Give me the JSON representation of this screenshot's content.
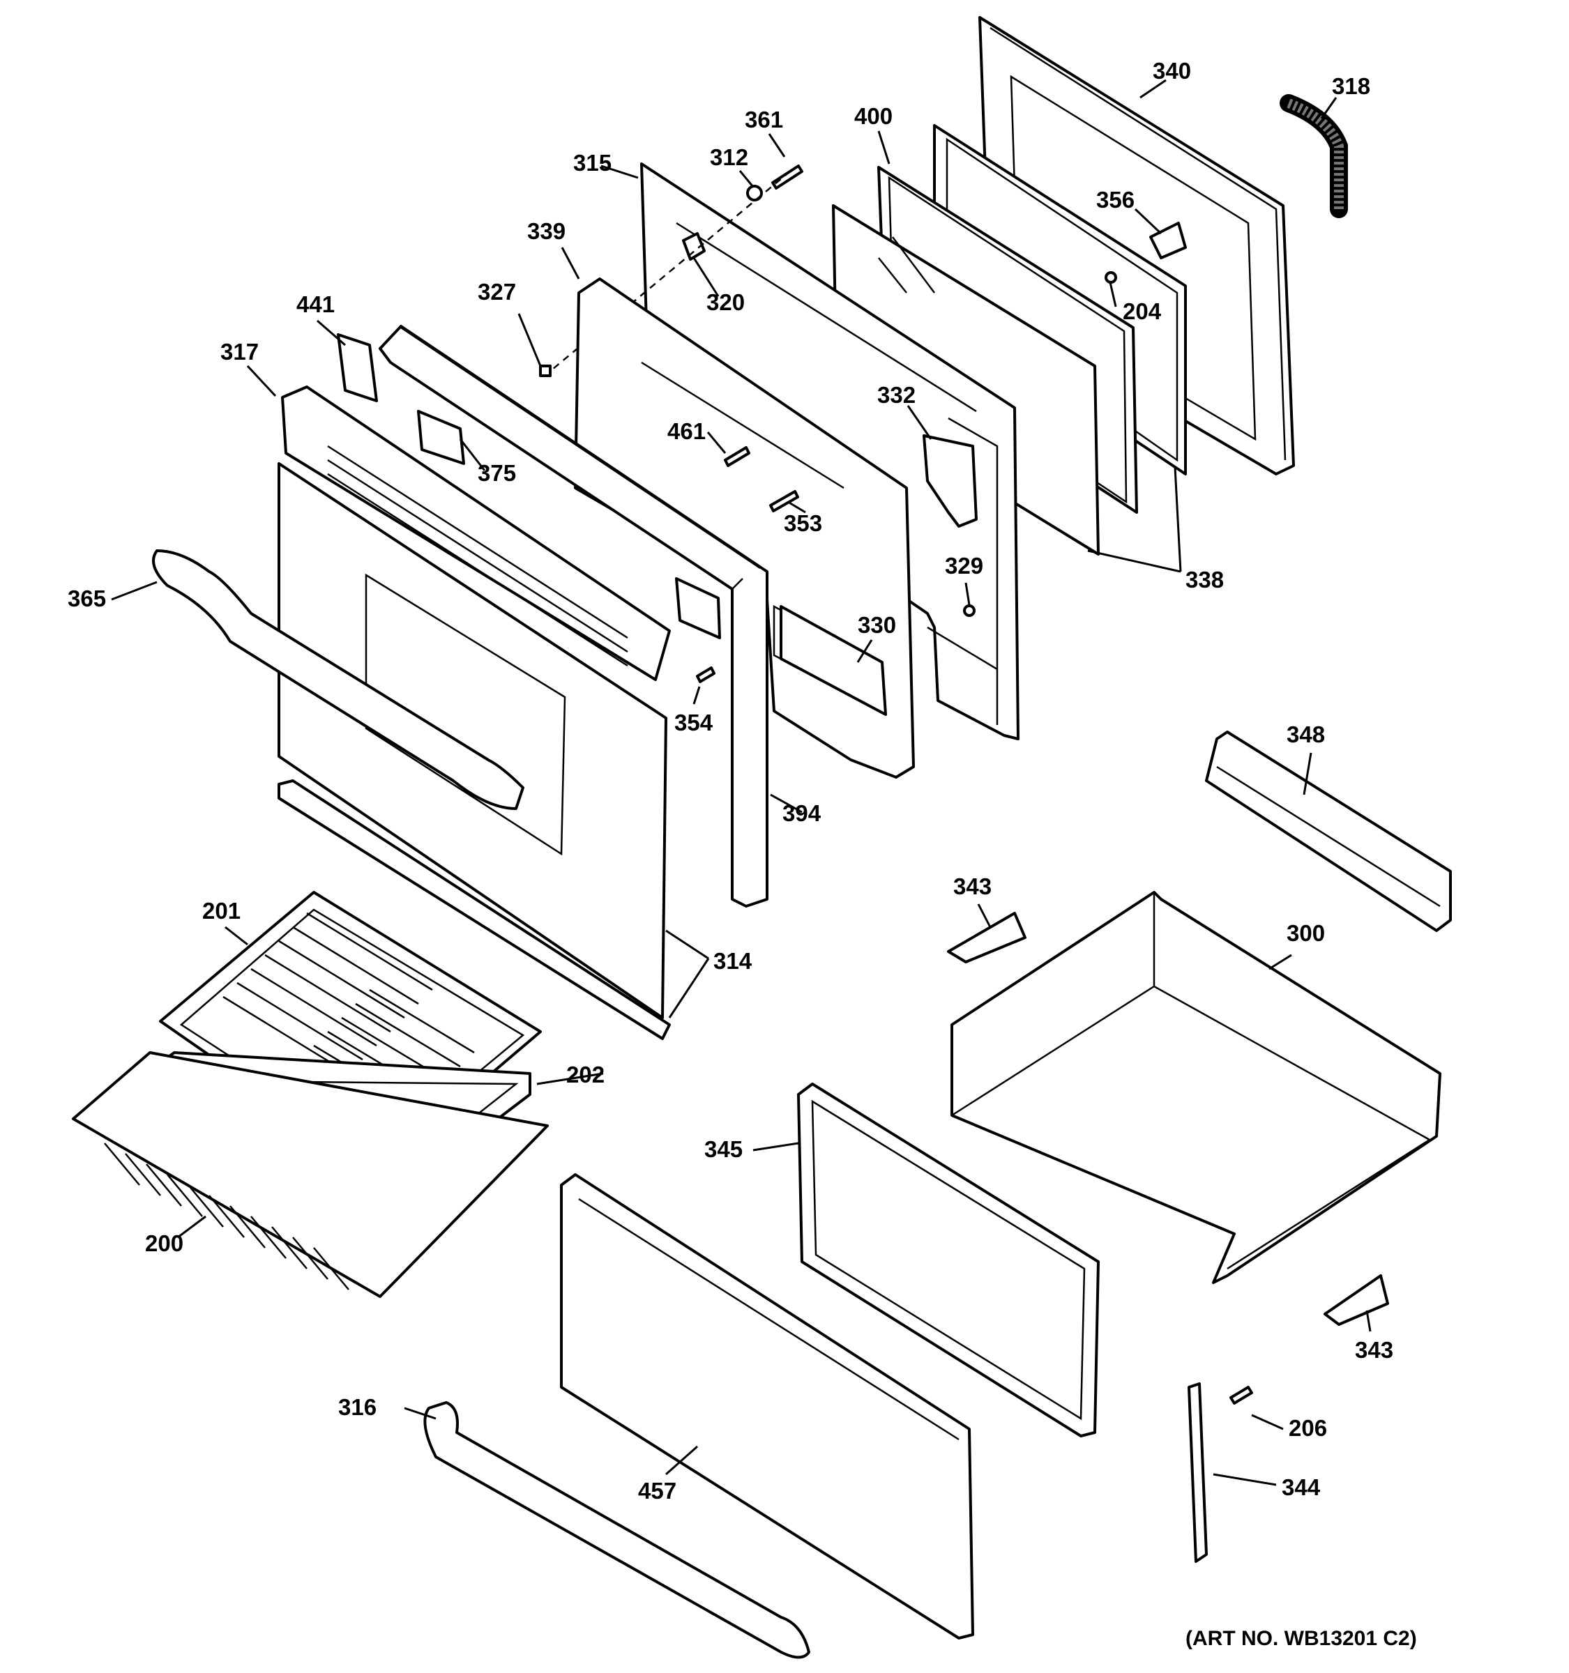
{
  "diagram": {
    "labels": {
      "p340": "340",
      "p318": "318",
      "p361": "361",
      "p400": "400",
      "p312": "312",
      "p315": "315",
      "p356": "356",
      "p339": "339",
      "p320": "320",
      "p204": "204",
      "p327": "327",
      "p441": "441",
      "p317": "317",
      "p332": "332",
      "p461": "461",
      "p375": "375",
      "p353": "353",
      "p338": "338",
      "p329": "329",
      "p365": "365",
      "p330": "330",
      "p354": "354",
      "p348": "348",
      "p394": "394",
      "p343a": "343",
      "p201": "201",
      "p314": "314",
      "p300": "300",
      "p202": "202",
      "p345": "345",
      "p200": "200",
      "p343b": "343",
      "p316": "316",
      "p206": "206",
      "p344": "344",
      "p457": "457"
    },
    "art_number": "(ART NO. WB13201 C2)"
  }
}
